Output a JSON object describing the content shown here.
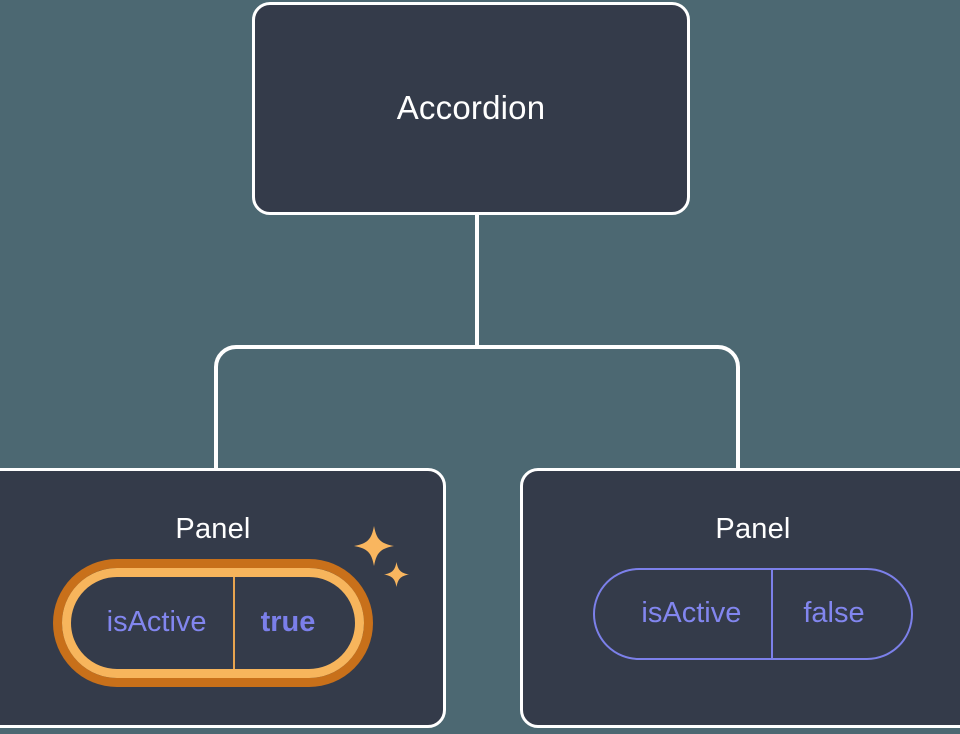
{
  "canvas": {
    "background_color": "#4c6872",
    "card_background_color": "#343b4a",
    "card_border_color": "#ffffff",
    "connector_color": "#ffffff",
    "pill_color": "#8286ef",
    "highlight_outer_color": "#c8701a",
    "highlight_inner_color": "#f7b55c",
    "sparkle_color": "#f9b65f"
  },
  "tree": {
    "root": {
      "title": "Accordion"
    },
    "children": [
      {
        "title": "Panel",
        "highlighted": true,
        "prop": {
          "key": "isActive",
          "value": "true"
        },
        "sparkle_icon": "sparkles-icon"
      },
      {
        "title": "Panel",
        "highlighted": false,
        "prop": {
          "key": "isActive",
          "value": "false"
        }
      }
    ]
  }
}
